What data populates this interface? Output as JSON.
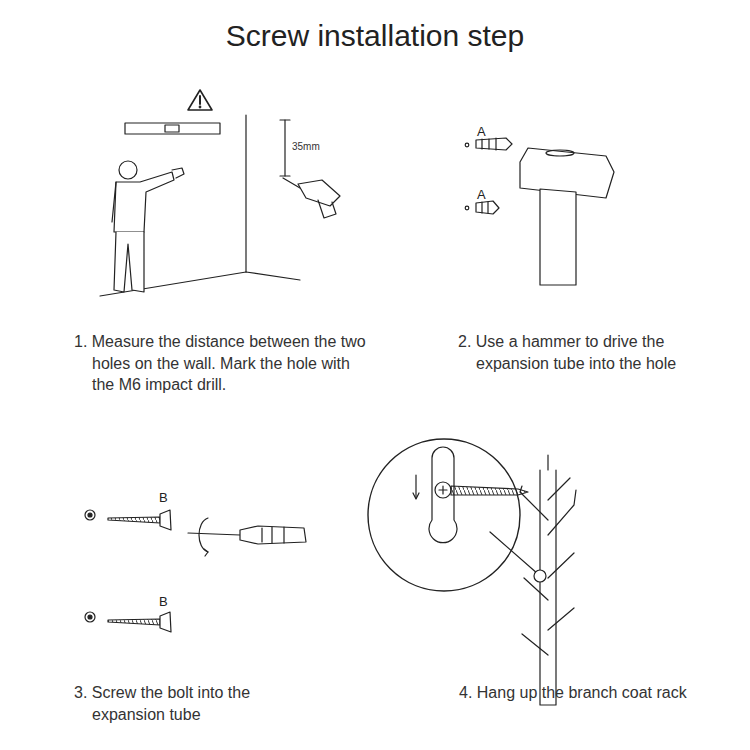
{
  "diagram": {
    "title": "Screw installation step",
    "labels": [
      "35mm",
      "1. Measure the distance between the two holes on the wall. Mark the hole with the M6 impact drill.",
      "A",
      "A",
      "2. Use a hammer to drive the expansion tube into the hole",
      "B",
      "3. Screw the bolt into the expansion tube",
      "B",
      "4. Hang up the branch coat rack"
    ]
  }
}
